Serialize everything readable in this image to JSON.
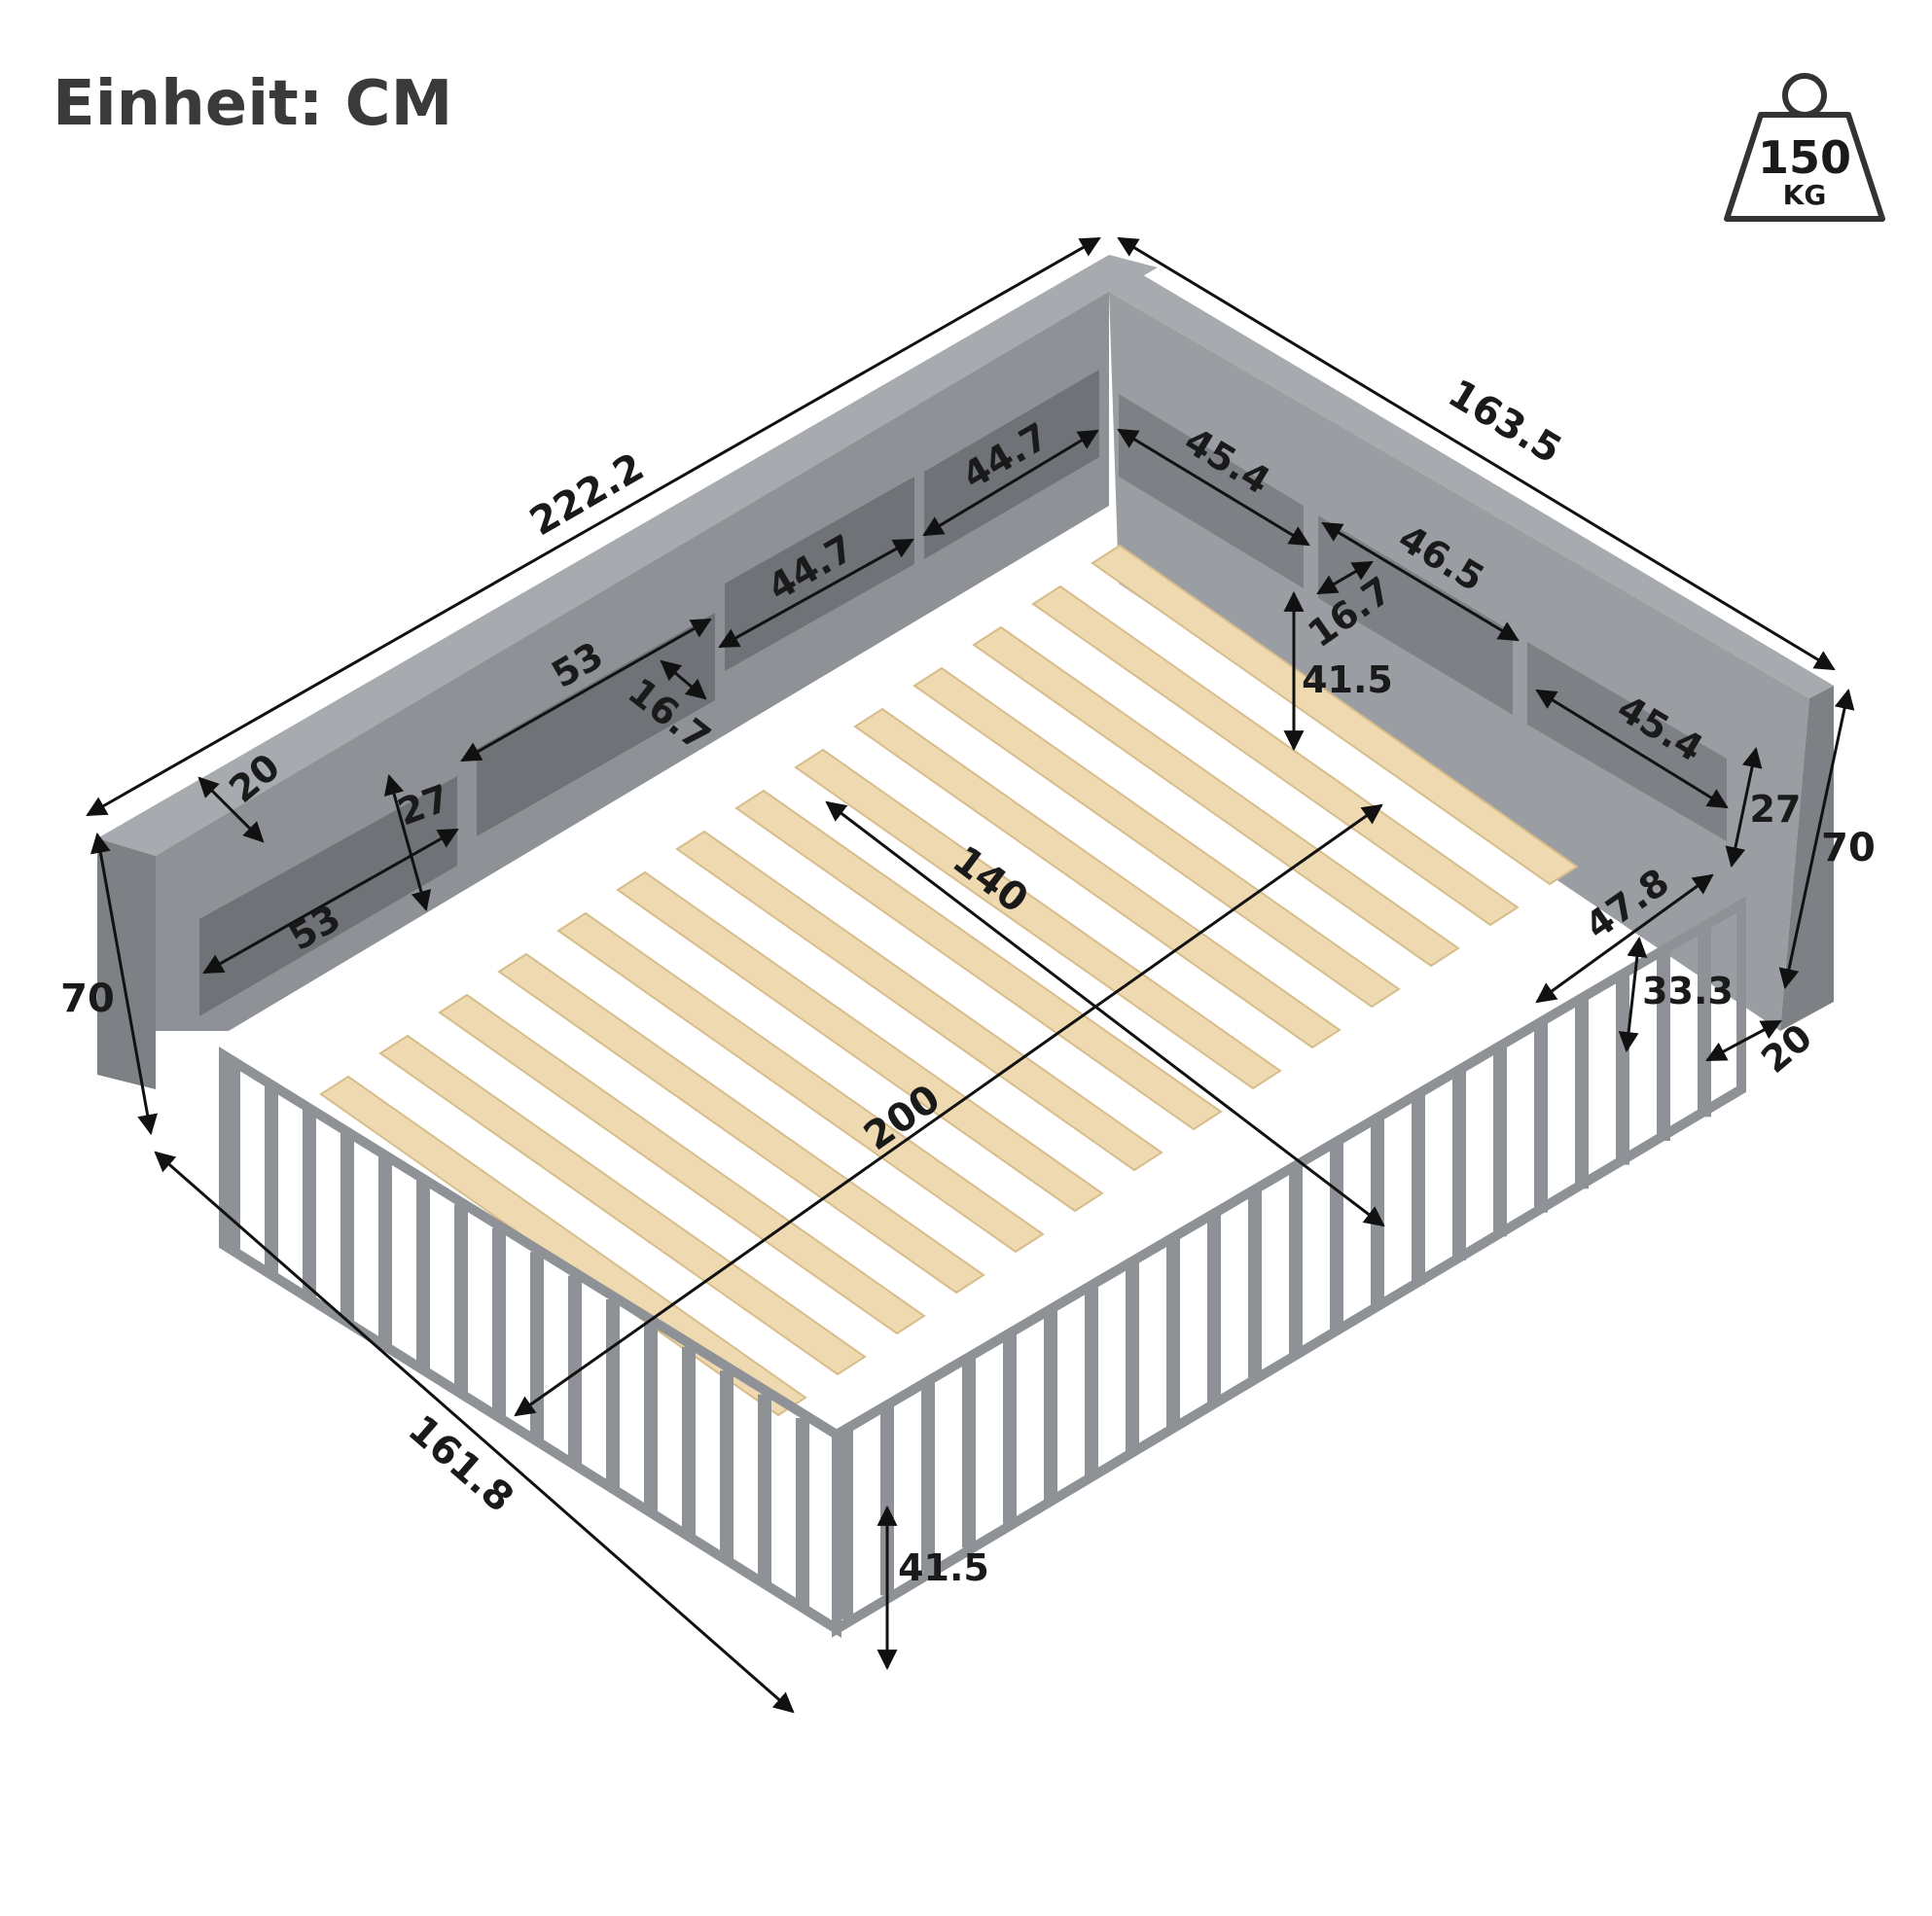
{
  "unit_label": "Einheit: CM",
  "weight": {
    "value": "150",
    "unit": "KG"
  },
  "colors": {
    "frame": "#8e9296",
    "frame_dark": "#6f7377",
    "frame_light": "#a7abaf",
    "slat": "#efd9b0",
    "slat_edge": "#d8bd8c",
    "dimension_line": "#111111"
  },
  "dimensions": {
    "top_length": "222.2",
    "top_width": "163.5",
    "left_shelf_depth": "20",
    "left_front_shelf_width": "53",
    "left_front_shelf_height": "27",
    "left_rear_shelf_width": "53",
    "left_shelf_divider": "16.7",
    "back_shelf_1": "44.7",
    "back_shelf_2": "44.7",
    "back_shelf_3": "45.4",
    "back_shelf_4": "46.5",
    "back_divider": "16.7",
    "inner_height_back": "41.5",
    "right_shelf_width": "45.4",
    "right_shelf_height": "27",
    "overall_height_right": "70",
    "overall_height_left": "70",
    "mattress_width": "140",
    "mattress_length": "200",
    "door_opening_width": "47.8",
    "door_opening_height": "33.3",
    "right_shelf_depth": "20",
    "bottom_width": "161.8",
    "rail_height": "41.5"
  }
}
